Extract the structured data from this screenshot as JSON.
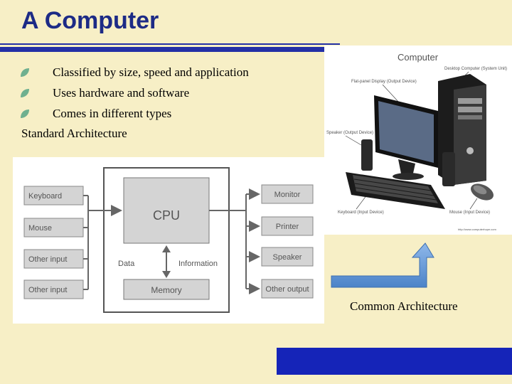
{
  "slide": {
    "title": "A Computer",
    "bullets": [
      "Classified by size, speed and application",
      "Uses hardware and software",
      "Comes in different types"
    ],
    "subheading": "Standard Architecture",
    "caption": "Common Architecture"
  },
  "architecture_diagram": {
    "inputs": [
      "Keyboard",
      "Mouse",
      "Other input",
      "Other input"
    ],
    "outputs": [
      "Monitor",
      "Printer",
      "Speaker",
      "Other output"
    ],
    "cpu": "CPU",
    "memory": "Memory",
    "data_label": "Data",
    "information_label": "Information"
  },
  "computer_photo": {
    "heading": "Computer",
    "labels": {
      "desktop": "Desktop Computer (System Unit)",
      "display": "Flat-panel Display (Output Device)",
      "speaker": "Speaker (Output Device)",
      "keyboard": "Keyboard (Input Device)",
      "mouse": "Mouse (Input Device)"
    },
    "watermark": "http://www.computerhope.com"
  },
  "colors": {
    "background": "#f7efc6",
    "title": "#1d2b86",
    "rule": "#2330a6",
    "bullet": "#6fb08f",
    "arrow": "#5f95d6",
    "bottom_box": "#1524b8"
  }
}
